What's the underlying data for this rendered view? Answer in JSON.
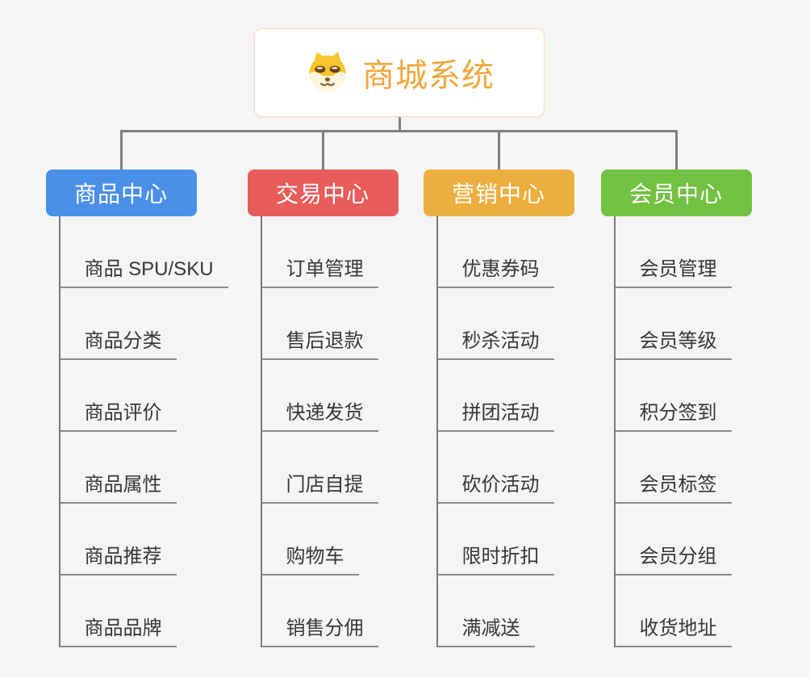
{
  "root": {
    "title": "商城系统",
    "icon": "dog-face-icon",
    "title_color": "#f0a73d",
    "border_color": "#f3bc66"
  },
  "connector_color": "#7f7f7f",
  "branches": [
    {
      "label": "商品中心",
      "color": "#4a90e8",
      "children": [
        "商品 SPU/SKU",
        "商品分类",
        "商品评价",
        "商品属性",
        "商品推荐",
        "商品品牌"
      ]
    },
    {
      "label": "交易中心",
      "color": "#e85d5b",
      "children": [
        "订单管理",
        "售后退款",
        "快递发货",
        "门店自提",
        "购物车",
        "销售分佣"
      ]
    },
    {
      "label": "营销中心",
      "color": "#ecae3e",
      "children": [
        "优惠券码",
        "秒杀活动",
        "拼团活动",
        "砍价活动",
        "限时折扣",
        "满减送"
      ]
    },
    {
      "label": "会员中心",
      "color": "#72c142",
      "children": [
        "会员管理",
        "会员等级",
        "积分签到",
        "会员标签",
        "会员分组",
        "收货地址"
      ]
    }
  ]
}
